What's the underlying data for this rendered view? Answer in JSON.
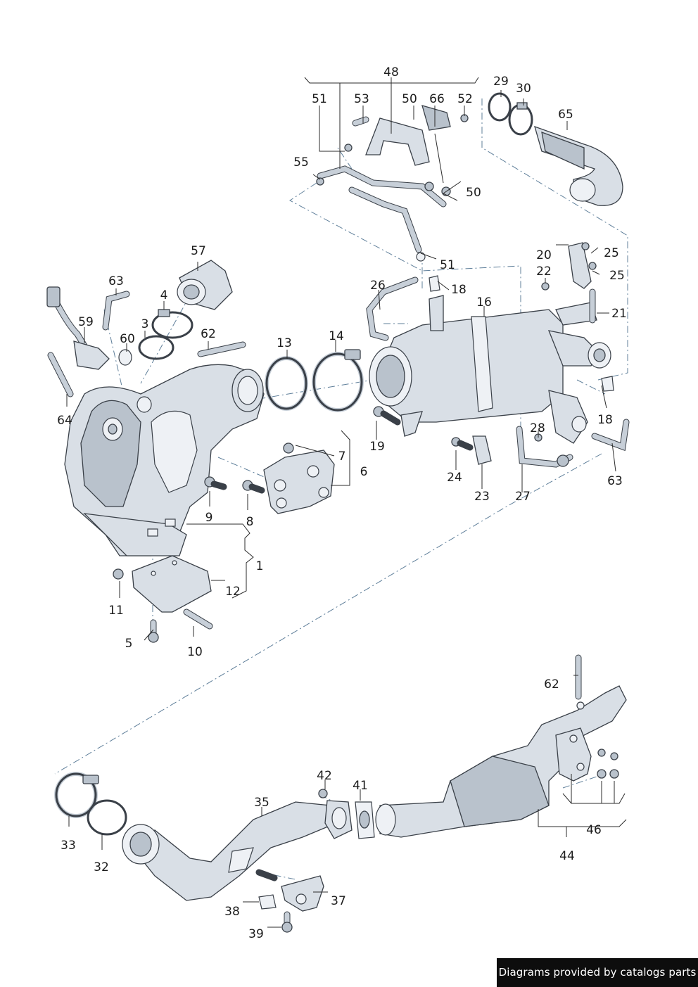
{
  "credit": "Diagrams provided by catalogs parts",
  "callouts": {
    "c1": "1",
    "c3": "3",
    "c4": "4",
    "c5": "5",
    "c6": "6",
    "c7": "7",
    "c8": "8",
    "c9": "9",
    "c10": "10",
    "c11": "11",
    "c12": "12",
    "c13": "13",
    "c14": "14",
    "c16": "16",
    "c18a": "18",
    "c18b": "18",
    "c19": "19",
    "c20": "20",
    "c21": "21",
    "c22": "22",
    "c23": "23",
    "c24": "24",
    "c25a": "25",
    "c25b": "25",
    "c26": "26",
    "c27": "27",
    "c28": "28",
    "c29": "29",
    "c30": "30",
    "c32": "32",
    "c33": "33",
    "c35": "35",
    "c37": "37",
    "c38": "38",
    "c39": "39",
    "c41": "41",
    "c42": "42",
    "c44": "44",
    "c46": "46",
    "c48": "48",
    "c50a": "50",
    "c50b": "50",
    "c51a": "51",
    "c51b": "51",
    "c52": "52",
    "c53": "53",
    "c55": "55",
    "c57": "57",
    "c59": "59",
    "c60": "60",
    "c62a": "62",
    "c62b": "62",
    "c63a": "63",
    "c63b": "63",
    "c64": "64",
    "c65": "65",
    "c66": "66"
  }
}
